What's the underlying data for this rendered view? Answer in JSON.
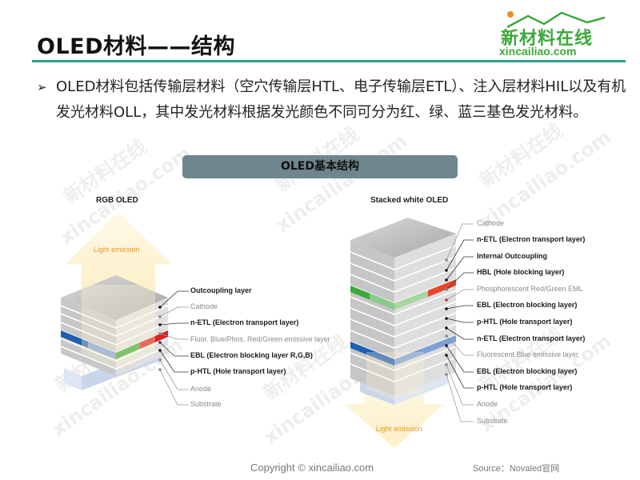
{
  "header": {
    "title": "OLED材料——结构",
    "logo_cn": "新材料在线",
    "logo_en": "xincailiao.com",
    "accent_color": "#2aa58c",
    "logo_color": "#3aa93a"
  },
  "bullet": {
    "marker": "➢",
    "text": "OLED材料包括传输层材料（空穴传输层HTL、电子传输层ETL）、注入层材料HIL以及有机发光材料OLL，其中发光材料根据发光颜色不同可分为红、绿、蓝三基色发光材料。"
  },
  "figure": {
    "banner_title": "OLED基本结构",
    "banner_color": "#6e868d",
    "rgb_oled": {
      "title": "RGB OLED",
      "emission_label": "Light emission",
      "layers": [
        {
          "label": "Outcoupling layer",
          "style": "dark"
        },
        {
          "label": "Cathode",
          "style": "light"
        },
        {
          "label": "n-ETL (Electron transport layer)",
          "style": "dark"
        },
        {
          "label": "Fluor. Blue/Phos. Red/Green emissive layer",
          "style": "light"
        },
        {
          "label": "EBL (Electron blocking layer R,G,B)",
          "style": "dark"
        },
        {
          "label": "p-HTL (Hole transport layer)",
          "style": "dark"
        },
        {
          "label": "Anode",
          "style": "light"
        },
        {
          "label": "Substrate",
          "style": "light"
        }
      ]
    },
    "stacked_white_oled": {
      "title": "Stacked white OLED",
      "emission_label": "Light emission",
      "layers": [
        {
          "label": "Cathode",
          "style": "light"
        },
        {
          "label": "n-ETL (Electron transport layer)",
          "style": "dark"
        },
        {
          "label": "Internal Outcoupling",
          "style": "dark"
        },
        {
          "label": "HBL (Hole blocking layer)",
          "style": "dark"
        },
        {
          "label": "Phosphorescent Red/Green EML",
          "style": "light"
        },
        {
          "label": "EBL (Electron blocking layer)",
          "style": "dark"
        },
        {
          "label": "p-HTL (Hole transport layer)",
          "style": "dark"
        },
        {
          "label": "n-ETL (Electron transport layer)",
          "style": "dark"
        },
        {
          "label": "Fluorescent Blue emissive layer",
          "style": "light"
        },
        {
          "label": "EBL (Electron blocking layer)",
          "style": "dark"
        },
        {
          "label": "p-HTL (Hole transport layer)",
          "style": "dark"
        },
        {
          "label": "Anode",
          "style": "light"
        },
        {
          "label": "Substrate",
          "style": "light"
        }
      ]
    },
    "colors": {
      "blue": "#1f5fb0",
      "green": "#3aa83a",
      "red": "#e02020",
      "emission": "#fdf0c4",
      "emission_text": "#e0962a"
    }
  },
  "watermark": {
    "cn": "新材料在线",
    "en": "xincailiao.com"
  },
  "footer": {
    "copyright": "Copyright © xincailiao.com",
    "source": "Source：Novaled官网"
  }
}
